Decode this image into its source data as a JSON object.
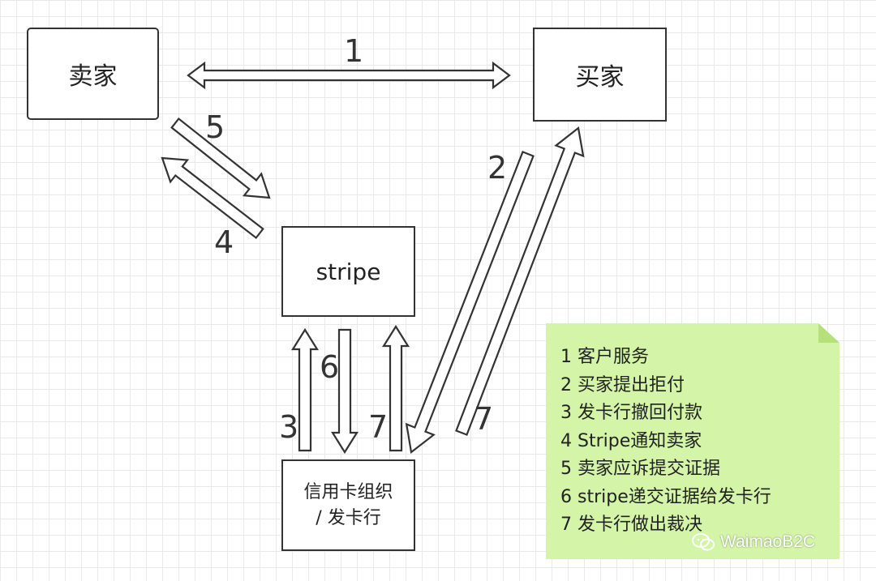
{
  "nodes": {
    "seller": "卖家",
    "buyer": "买家",
    "stripe": "stripe",
    "issuer_line1": "信用卡组织",
    "issuer_line2": "/ 发卡行"
  },
  "arrow_labels": {
    "seller_buyer": "1",
    "buyer_to_issuer": "2",
    "issuer_to_stripe": "3",
    "stripe_to_seller": "4",
    "seller_to_stripe": "5",
    "stripe_to_issuer": "6",
    "issuer_up_to_stripe": "7",
    "issuer_to_buyer": "7"
  },
  "legend": {
    "items": [
      "1 客户服务",
      "2 买家提出拒付",
      "3 发卡行撤回付款",
      "4 Stripe通知卖家",
      "5 卖家应诉提交证据",
      "6 stripe递交证据给发卡行",
      "7 发卡行做出裁决"
    ],
    "background": "#d4f5a8"
  },
  "watermark": "WaimaoB2C"
}
